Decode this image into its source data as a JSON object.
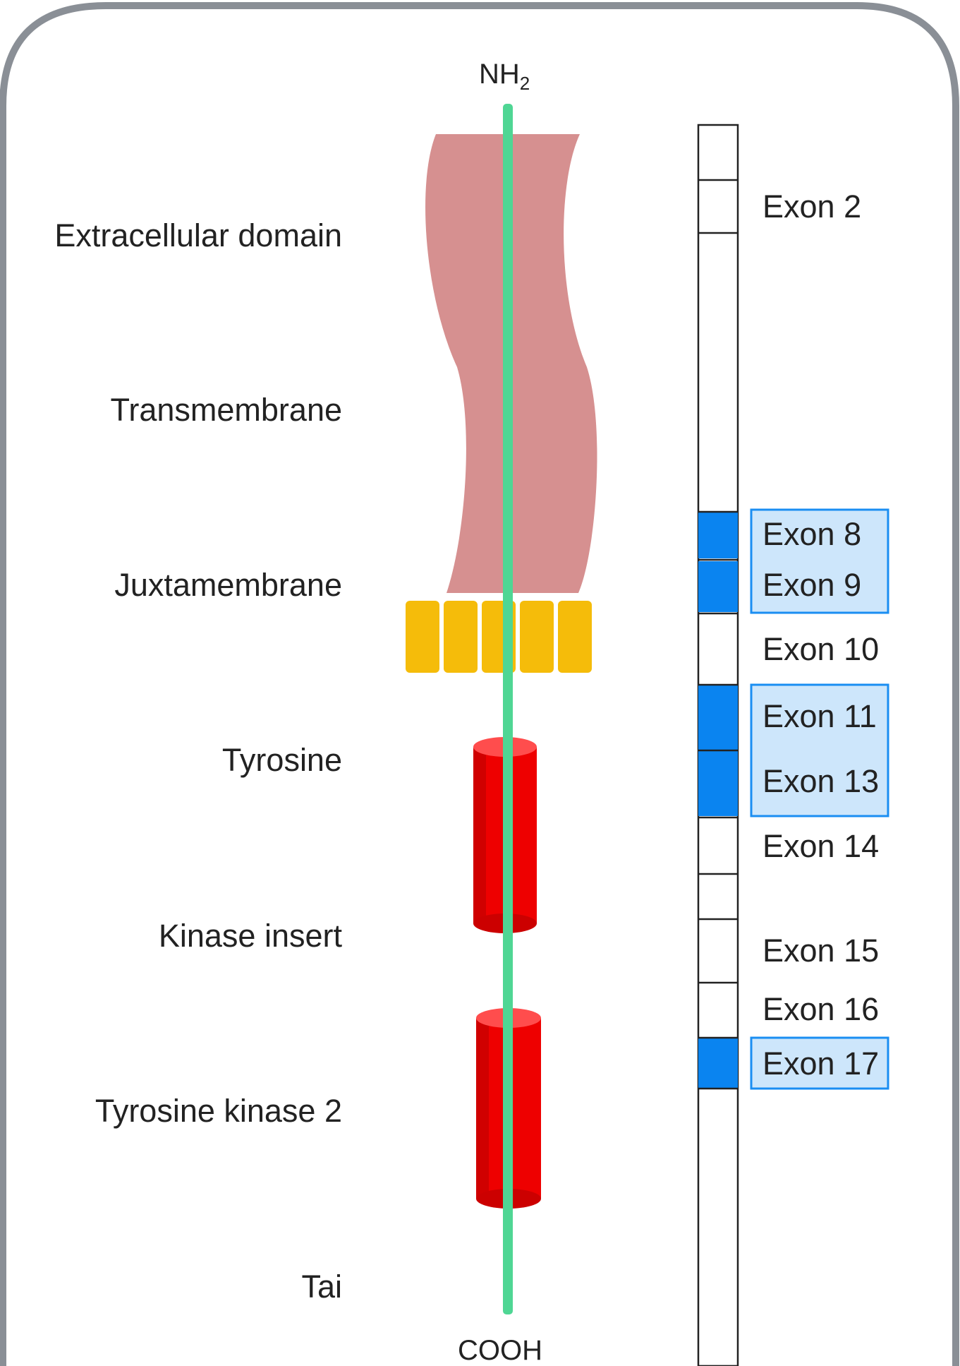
{
  "termini": {
    "n_terminal": "NH",
    "n_terminal_sub": "2",
    "c_terminal": "COOH"
  },
  "domains": [
    {
      "label": "Extracellular domain"
    },
    {
      "label": "Transmembrane"
    },
    {
      "label": "Juxtamembrane"
    },
    {
      "label": "Tyrosine"
    },
    {
      "label": "Kinase insert"
    },
    {
      "label": "Tyrosine kinase 2"
    },
    {
      "label": "Tai"
    }
  ],
  "exons": [
    {
      "label": "Exon 2",
      "highlighted": false
    },
    {
      "label": "Exon 8",
      "highlighted": true
    },
    {
      "label": "Exon 9",
      "highlighted": true
    },
    {
      "label": "Exon 10",
      "highlighted": false
    },
    {
      "label": "Exon 11",
      "highlighted": true
    },
    {
      "label": "Exon 13",
      "highlighted": true
    },
    {
      "label": "Exon 14",
      "highlighted": false
    },
    {
      "label": "Exon 15",
      "highlighted": false
    },
    {
      "label": "Exon 16",
      "highlighted": false
    },
    {
      "label": "Exon 17",
      "highlighted": true
    }
  ],
  "colors": {
    "backbone": "#4fd694",
    "extracellular": "#d69090",
    "juxtamembrane": "#f5bc0a",
    "kinase": "#ee0000",
    "exon_highlight": "#0a84f0",
    "label_highlight_fill": "#cde6fb",
    "label_highlight_border": "#1a8ef2",
    "frame": "#8a8f96"
  }
}
